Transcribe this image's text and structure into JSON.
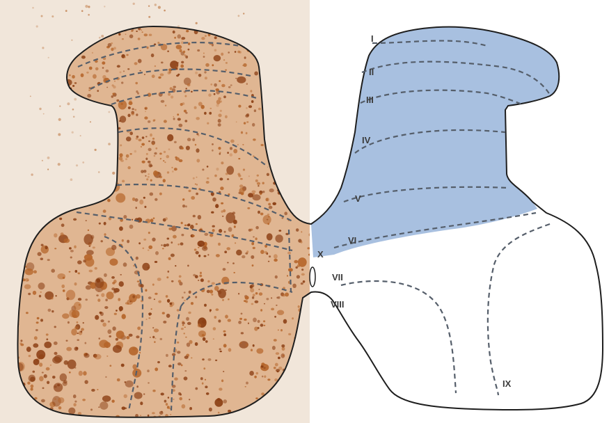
{
  "figure": {
    "stain_color": "#b5652a",
    "stain_dark_color": "#8a3d12",
    "dorsal_horn_fill": "#a8c0e0",
    "outline_color": "#1e1e1e",
    "boundary_color": "#555e6a",
    "background_left": "#f1e6da",
    "background_right": "#ffffff"
  },
  "laminae": [
    {
      "label": "I"
    },
    {
      "label": "II"
    },
    {
      "label": "III"
    },
    {
      "label": "IV"
    },
    {
      "label": "V"
    },
    {
      "label": "VI"
    },
    {
      "label": "VII"
    },
    {
      "label": "VIII"
    },
    {
      "label": "IX"
    },
    {
      "label": "X"
    }
  ]
}
